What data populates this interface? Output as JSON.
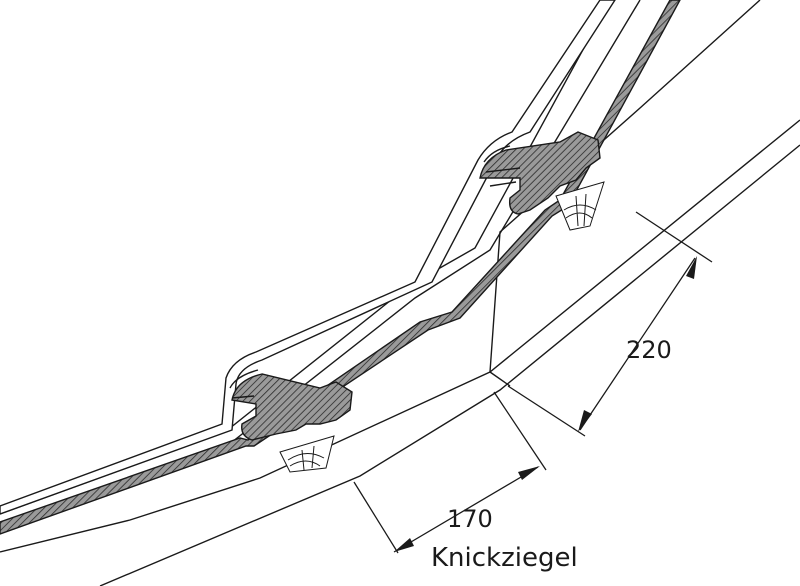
{
  "dimensions": {
    "height_label": "220",
    "width_label": "170"
  },
  "caption": "Knickziegel",
  "colors": {
    "line": "#1a1a1a",
    "background": "#ffffff",
    "section_fill": "#8a8a8a"
  }
}
